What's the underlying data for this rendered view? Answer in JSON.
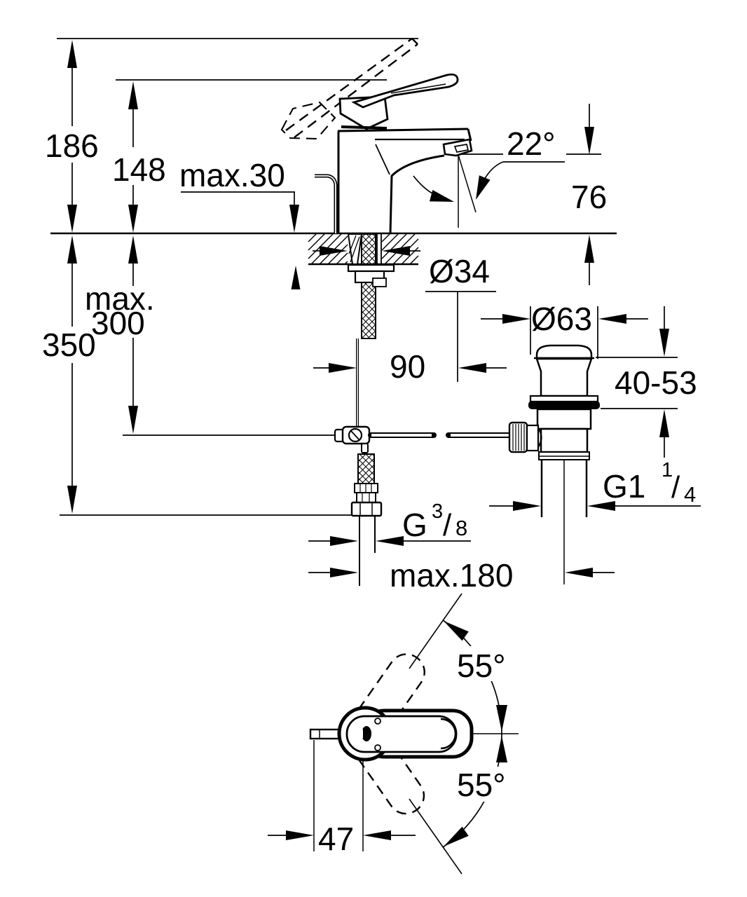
{
  "drawing": {
    "kind": "faucet-installation-dimension-drawing",
    "units": "mm",
    "line_color": "#000000",
    "background_color": "#ffffff",
    "front_view": {
      "total_height": "186",
      "spout_tip_height": "148",
      "deck_thickness_max": "max.30",
      "spout_angle": "22°",
      "spout_outlet_height": "76",
      "mounting_hole_diameter": "Ø34",
      "pullrod_length_prefix": "max.",
      "pullrod_length_value": "300",
      "hose_length": "350",
      "center_offset": "90",
      "rod_reach_max": "max.180",
      "supply_thread": {
        "base": "G",
        "sup": "3",
        "slash": "/",
        "sub": "8"
      }
    },
    "waste_assembly": {
      "flange_diameter": "Ø63",
      "deck_thickness_range": "40-53",
      "outlet_thread": {
        "base": "G1",
        "sup": "1",
        "slash": "/",
        "sub": "4"
      }
    },
    "top_view": {
      "swivel_angle_upper": "55°",
      "swivel_angle_lower": "55°",
      "handle_offset": "47"
    }
  }
}
